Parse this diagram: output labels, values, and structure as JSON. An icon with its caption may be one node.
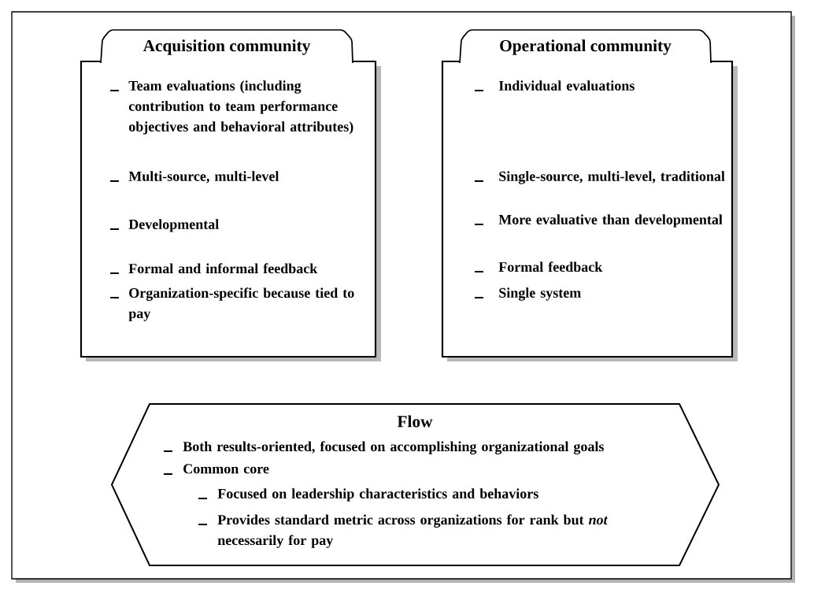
{
  "diagram": {
    "nodes": [
      {
        "text": [
          "Acquisition community",
          "Team evaluations (including contribution to team performance objectives and behavioral attributes)",
          "Multi-source, multi-level",
          "Developmental",
          "Formal and informal feedback",
          "Organization-specific because tied to pay"
        ]
      },
      {
        "text": [
          "Operational community",
          "Individual evaluations",
          "Single-source, multi-level, traditional",
          "More evaluative than developmental",
          "Formal feedback",
          "Single system"
        ]
      },
      {
        "text": [
          "Flow",
          "Both results-oriented, focused on accomplishing organizational goals",
          "Common core",
          "Focused on leadership characteristics and behaviors",
          "Provides standard metric across organizations for rank but *not* necessarily for pay"
        ]
      }
    ]
  }
}
